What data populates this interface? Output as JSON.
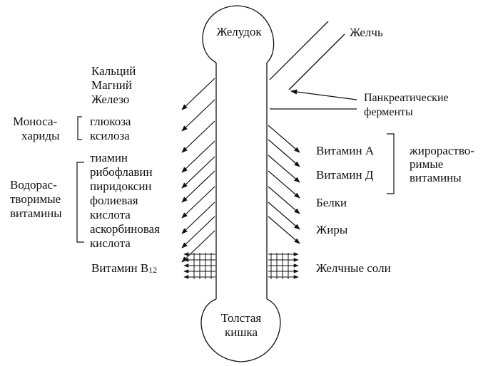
{
  "labels": {
    "stomach": "Желудок",
    "bile": "Желчь",
    "pancreatic": [
      "Панкреатические",
      "ферменты"
    ],
    "minerals": [
      "Кальций",
      "Магний",
      "Железо"
    ],
    "monosaccharides_group": [
      "Моноса-",
      "хариды"
    ],
    "monosaccharides": [
      "глюкоза",
      "ксилоза"
    ],
    "water_soluble_group": [
      "Водорас-",
      "творимые",
      "витамины"
    ],
    "water_soluble": [
      "тиамин",
      "рибофлавин",
      "пиридоксин",
      "фолиевая",
      "кислота",
      "аскорбиновая",
      "кислота"
    ],
    "vitamin_b12": "Витамин В",
    "vitamin_b12_sub": "12",
    "vitamin_a": "Витамин А",
    "vitamin_d": "Витамин Д",
    "fat_soluble_group": [
      "жирораство-",
      "римые",
      "витамины"
    ],
    "proteins": "Белки",
    "fats": "Жиры",
    "bile_salts": "Желчные соли",
    "colon": [
      "Толстая",
      "кишка"
    ]
  },
  "colors": {
    "stroke": "#111111",
    "background": "#ffffff"
  }
}
